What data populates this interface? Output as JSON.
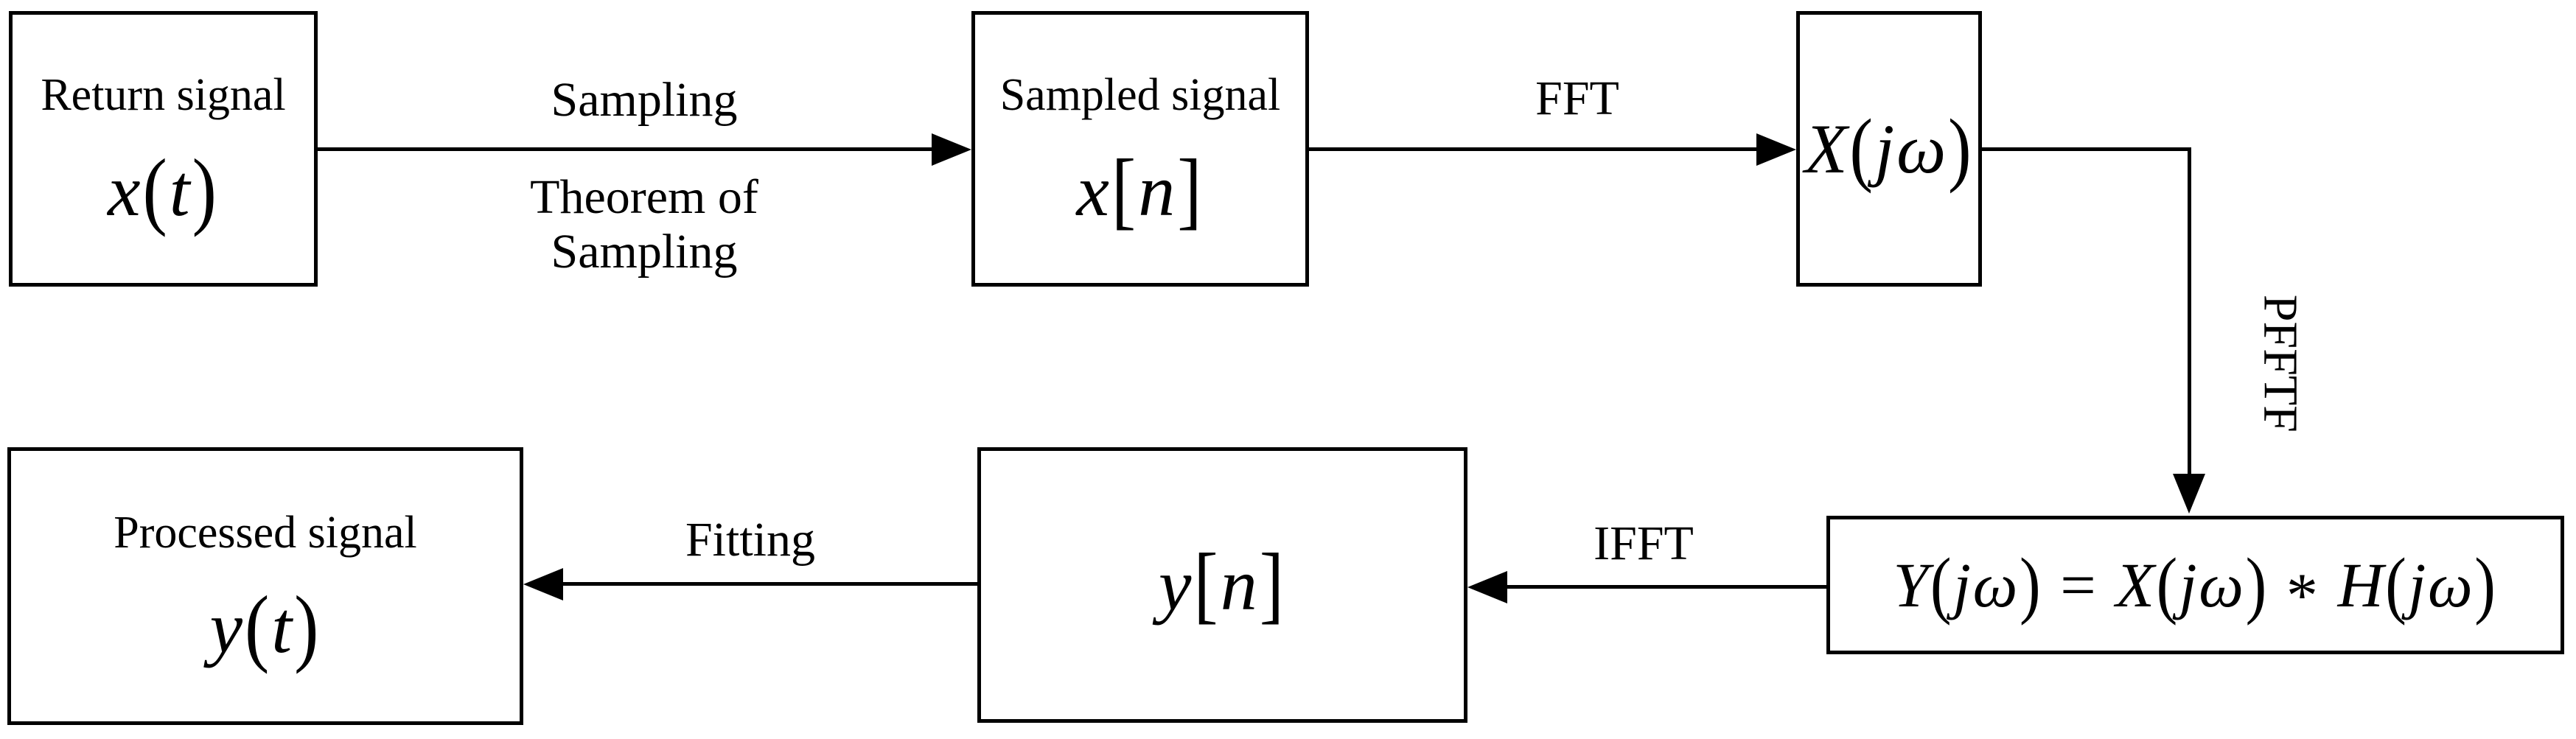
{
  "figure": {
    "background": "#ffffff",
    "ink": "#000000",
    "boxes": {
      "return_signal": {
        "label": "Return signal",
        "math": "x(t)"
      },
      "sampled_signal": {
        "label": "Sampled signal",
        "math": "x[n]"
      },
      "x_spectrum": {
        "math": "X(jω)"
      },
      "y_spectrum": {
        "math": "Y(jω) = X(jω) * H(jω)"
      },
      "y_sequence": {
        "math": "y[n]"
      },
      "processed_signal": {
        "label": "Processed signal",
        "math": "y(t)"
      }
    },
    "arrows": {
      "sampling": {
        "label_above": "Sampling",
        "label_below_line1": "Theorem of",
        "label_below_line2": "Sampling"
      },
      "fft": {
        "label": "FFT"
      },
      "pfftf": {
        "label": "PFFTF"
      },
      "ifft": {
        "label": "IFFT"
      },
      "fitting": {
        "label": "Fitting"
      }
    }
  }
}
